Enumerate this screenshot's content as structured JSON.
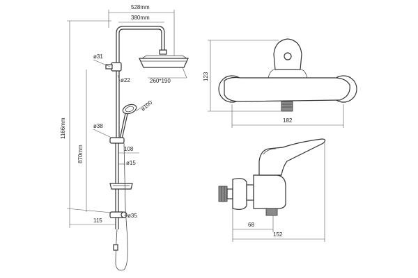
{
  "dimensions": {
    "overall_width": "528mm",
    "arm_length": "380mm",
    "total_height": "1166mm",
    "rail_height": "870mm",
    "bracket_dia_top": "ø31",
    "tube_dia_upper": "ø22",
    "head_size": "260*190",
    "hand_shower_dia": "ø100",
    "slider_dia": "ø38",
    "slider_offset": "108",
    "tube_dia_lower": "ø15",
    "bracket_dia_bottom": "ø35",
    "wall_offset": "115",
    "mixer_height": "123",
    "mixer_width": "182",
    "side_depth": "68",
    "side_width": "152"
  }
}
